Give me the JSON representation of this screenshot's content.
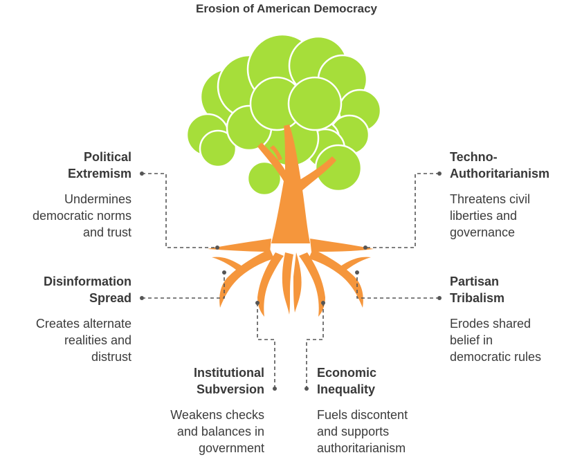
{
  "title": "Erosion of American Democracy",
  "colors": {
    "foliage": "#a6de3a",
    "trunk": "#f5963c",
    "connector": "#555555"
  },
  "factors": [
    {
      "title_line1": "Political",
      "title_line2": "Extremism",
      "desc_lines": [
        "Undermines",
        "democratic norms",
        "and trust"
      ]
    },
    {
      "title_line1": "Techno-",
      "title_line2": "Authoritarianism",
      "desc_lines": [
        "Threatens civil",
        "liberties and",
        "governance"
      ]
    },
    {
      "title_line1": "Disinformation",
      "title_line2": "Spread",
      "desc_lines": [
        "Creates alternate",
        "realities and",
        "distrust"
      ]
    },
    {
      "title_line1": "Partisan",
      "title_line2": "Tribalism",
      "desc_lines": [
        "Erodes shared",
        "belief in",
        "democratic rules"
      ]
    },
    {
      "title_line1": "Institutional",
      "title_line2": "Subversion",
      "desc_lines": [
        "Weakens checks",
        "and balances in",
        "government"
      ]
    },
    {
      "title_line1": "Economic",
      "title_line2": "Inequality",
      "desc_lines": [
        "Fuels discontent",
        "and supports",
        "authoritarianism"
      ]
    }
  ]
}
